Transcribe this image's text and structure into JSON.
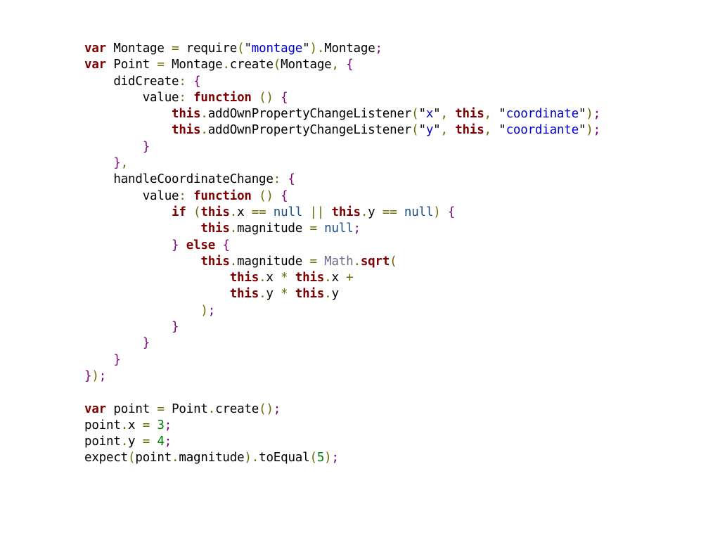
{
  "colors": {
    "background": "#ffffff",
    "keyword": "#7f0000",
    "identifier": "#000000",
    "punctuation": "#6b6b00",
    "brace": "#7a007a",
    "string": "#0000cc",
    "literal": "#1a4f8a",
    "number": "#008000",
    "builtin": "#6a6a8a"
  },
  "code": {
    "language": "javascript",
    "lines": [
      [
        [
          "kw",
          "var"
        ],
        [
          "ws",
          " "
        ],
        [
          "id",
          "Montage"
        ],
        [
          "ws",
          " "
        ],
        [
          "punct",
          "="
        ],
        [
          "ws",
          " "
        ],
        [
          "id",
          "require"
        ],
        [
          "punct",
          "("
        ],
        [
          "quote",
          "\""
        ],
        [
          "str",
          "montage"
        ],
        [
          "quote",
          "\""
        ],
        [
          "punct",
          ")"
        ],
        [
          "punct",
          "."
        ],
        [
          "id",
          "Montage"
        ],
        [
          "brace",
          ";"
        ]
      ],
      [
        [
          "kw",
          "var"
        ],
        [
          "ws",
          " "
        ],
        [
          "id",
          "Point"
        ],
        [
          "ws",
          " "
        ],
        [
          "punct",
          "="
        ],
        [
          "ws",
          " "
        ],
        [
          "id",
          "Montage"
        ],
        [
          "punct",
          "."
        ],
        [
          "id",
          "create"
        ],
        [
          "punct",
          "("
        ],
        [
          "id",
          "Montage"
        ],
        [
          "punct",
          ","
        ],
        [
          "ws",
          " "
        ],
        [
          "brace",
          "{"
        ]
      ],
      [
        [
          "ws",
          "    "
        ],
        [
          "id",
          "didCreate"
        ],
        [
          "punct",
          ":"
        ],
        [
          "ws",
          " "
        ],
        [
          "brace",
          "{"
        ]
      ],
      [
        [
          "ws",
          "        "
        ],
        [
          "id",
          "value"
        ],
        [
          "punct",
          ":"
        ],
        [
          "ws",
          " "
        ],
        [
          "kw",
          "function"
        ],
        [
          "ws",
          " "
        ],
        [
          "punct",
          "()"
        ],
        [
          "ws",
          " "
        ],
        [
          "brace",
          "{"
        ]
      ],
      [
        [
          "ws",
          "            "
        ],
        [
          "kw",
          "this"
        ],
        [
          "punct",
          "."
        ],
        [
          "id",
          "addOwnPropertyChangeListener"
        ],
        [
          "punct",
          "("
        ],
        [
          "quote",
          "\""
        ],
        [
          "str",
          "x"
        ],
        [
          "quote",
          "\""
        ],
        [
          "punct",
          ","
        ],
        [
          "ws",
          " "
        ],
        [
          "kw",
          "this"
        ],
        [
          "punct",
          ","
        ],
        [
          "ws",
          " "
        ],
        [
          "quote",
          "\""
        ],
        [
          "str",
          "coordinate"
        ],
        [
          "quote",
          "\""
        ],
        [
          "punct",
          ")"
        ],
        [
          "brace",
          ";"
        ]
      ],
      [
        [
          "ws",
          "            "
        ],
        [
          "kw",
          "this"
        ],
        [
          "punct",
          "."
        ],
        [
          "id",
          "addOwnPropertyChangeListener"
        ],
        [
          "punct",
          "("
        ],
        [
          "quote",
          "\""
        ],
        [
          "str",
          "y"
        ],
        [
          "quote",
          "\""
        ],
        [
          "punct",
          ","
        ],
        [
          "ws",
          " "
        ],
        [
          "kw",
          "this"
        ],
        [
          "punct",
          ","
        ],
        [
          "ws",
          " "
        ],
        [
          "quote",
          "\""
        ],
        [
          "str",
          "coordiante"
        ],
        [
          "quote",
          "\""
        ],
        [
          "punct",
          ")"
        ],
        [
          "brace",
          ";"
        ]
      ],
      [
        [
          "ws",
          "        "
        ],
        [
          "brace",
          "}"
        ]
      ],
      [
        [
          "ws",
          "    "
        ],
        [
          "brace",
          "}"
        ],
        [
          "punct",
          ","
        ]
      ],
      [
        [
          "ws",
          "    "
        ],
        [
          "id",
          "handleCoordinateChange"
        ],
        [
          "punct",
          ":"
        ],
        [
          "ws",
          " "
        ],
        [
          "brace",
          "{"
        ]
      ],
      [
        [
          "ws",
          "        "
        ],
        [
          "id",
          "value"
        ],
        [
          "punct",
          ":"
        ],
        [
          "ws",
          " "
        ],
        [
          "kw",
          "function"
        ],
        [
          "ws",
          " "
        ],
        [
          "punct",
          "()"
        ],
        [
          "ws",
          " "
        ],
        [
          "brace",
          "{"
        ]
      ],
      [
        [
          "ws",
          "            "
        ],
        [
          "kw",
          "if"
        ],
        [
          "ws",
          " "
        ],
        [
          "punct",
          "("
        ],
        [
          "kw",
          "this"
        ],
        [
          "punct",
          "."
        ],
        [
          "id",
          "x"
        ],
        [
          "ws",
          " "
        ],
        [
          "punct",
          "=="
        ],
        [
          "ws",
          " "
        ],
        [
          "lit",
          "null"
        ],
        [
          "ws",
          " "
        ],
        [
          "punct",
          "||"
        ],
        [
          "ws",
          " "
        ],
        [
          "kw",
          "this"
        ],
        [
          "punct",
          "."
        ],
        [
          "id",
          "y"
        ],
        [
          "ws",
          " "
        ],
        [
          "punct",
          "=="
        ],
        [
          "ws",
          " "
        ],
        [
          "lit",
          "null"
        ],
        [
          "punct",
          ")"
        ],
        [
          "ws",
          " "
        ],
        [
          "brace",
          "{"
        ]
      ],
      [
        [
          "ws",
          "                "
        ],
        [
          "kw",
          "this"
        ],
        [
          "punct",
          "."
        ],
        [
          "id",
          "magnitude"
        ],
        [
          "ws",
          " "
        ],
        [
          "punct",
          "="
        ],
        [
          "ws",
          " "
        ],
        [
          "lit",
          "null"
        ],
        [
          "brace",
          ";"
        ]
      ],
      [
        [
          "ws",
          "            "
        ],
        [
          "brace",
          "}"
        ],
        [
          "ws",
          " "
        ],
        [
          "kw",
          "else"
        ],
        [
          "ws",
          " "
        ],
        [
          "brace",
          "{"
        ]
      ],
      [
        [
          "ws",
          "                "
        ],
        [
          "kw",
          "this"
        ],
        [
          "punct",
          "."
        ],
        [
          "id",
          "magnitude"
        ],
        [
          "ws",
          " "
        ],
        [
          "punct",
          "="
        ],
        [
          "ws",
          " "
        ],
        [
          "builtin",
          "Math"
        ],
        [
          "punct",
          "."
        ],
        [
          "fn",
          "sqrt"
        ],
        [
          "punct",
          "("
        ]
      ],
      [
        [
          "ws",
          "                    "
        ],
        [
          "kw",
          "this"
        ],
        [
          "punct",
          "."
        ],
        [
          "id",
          "x"
        ],
        [
          "ws",
          " "
        ],
        [
          "punct",
          "*"
        ],
        [
          "ws",
          " "
        ],
        [
          "kw",
          "this"
        ],
        [
          "punct",
          "."
        ],
        [
          "id",
          "x"
        ],
        [
          "ws",
          " "
        ],
        [
          "punct",
          "+"
        ]
      ],
      [
        [
          "ws",
          "                    "
        ],
        [
          "kw",
          "this"
        ],
        [
          "punct",
          "."
        ],
        [
          "id",
          "y"
        ],
        [
          "ws",
          " "
        ],
        [
          "punct",
          "*"
        ],
        [
          "ws",
          " "
        ],
        [
          "kw",
          "this"
        ],
        [
          "punct",
          "."
        ],
        [
          "id",
          "y"
        ]
      ],
      [
        [
          "ws",
          "                "
        ],
        [
          "punct",
          ")"
        ],
        [
          "brace",
          ";"
        ]
      ],
      [
        [
          "ws",
          "            "
        ],
        [
          "brace",
          "}"
        ]
      ],
      [
        [
          "ws",
          "        "
        ],
        [
          "brace",
          "}"
        ]
      ],
      [
        [
          "ws",
          "    "
        ],
        [
          "brace",
          "}"
        ]
      ],
      [
        [
          "brace",
          "}"
        ],
        [
          "punct",
          ")"
        ],
        [
          "brace",
          ";"
        ]
      ],
      [],
      [
        [
          "kw",
          "var"
        ],
        [
          "ws",
          " "
        ],
        [
          "id",
          "point"
        ],
        [
          "ws",
          " "
        ],
        [
          "punct",
          "="
        ],
        [
          "ws",
          " "
        ],
        [
          "id",
          "Point"
        ],
        [
          "punct",
          "."
        ],
        [
          "id",
          "create"
        ],
        [
          "punct",
          "()"
        ],
        [
          "brace",
          ";"
        ]
      ],
      [
        [
          "id",
          "point"
        ],
        [
          "punct",
          "."
        ],
        [
          "id",
          "x"
        ],
        [
          "ws",
          " "
        ],
        [
          "punct",
          "="
        ],
        [
          "ws",
          " "
        ],
        [
          "num",
          "3"
        ],
        [
          "brace",
          ";"
        ]
      ],
      [
        [
          "id",
          "point"
        ],
        [
          "punct",
          "."
        ],
        [
          "id",
          "y"
        ],
        [
          "ws",
          " "
        ],
        [
          "punct",
          "="
        ],
        [
          "ws",
          " "
        ],
        [
          "num",
          "4"
        ],
        [
          "brace",
          ";"
        ]
      ],
      [
        [
          "id",
          "expect"
        ],
        [
          "punct",
          "("
        ],
        [
          "id",
          "point"
        ],
        [
          "punct",
          "."
        ],
        [
          "id",
          "magnitude"
        ],
        [
          "punct",
          ")"
        ],
        [
          "punct",
          "."
        ],
        [
          "id",
          "toEqual"
        ],
        [
          "punct",
          "("
        ],
        [
          "num",
          "5"
        ],
        [
          "punct",
          ")"
        ],
        [
          "brace",
          ";"
        ]
      ]
    ]
  }
}
